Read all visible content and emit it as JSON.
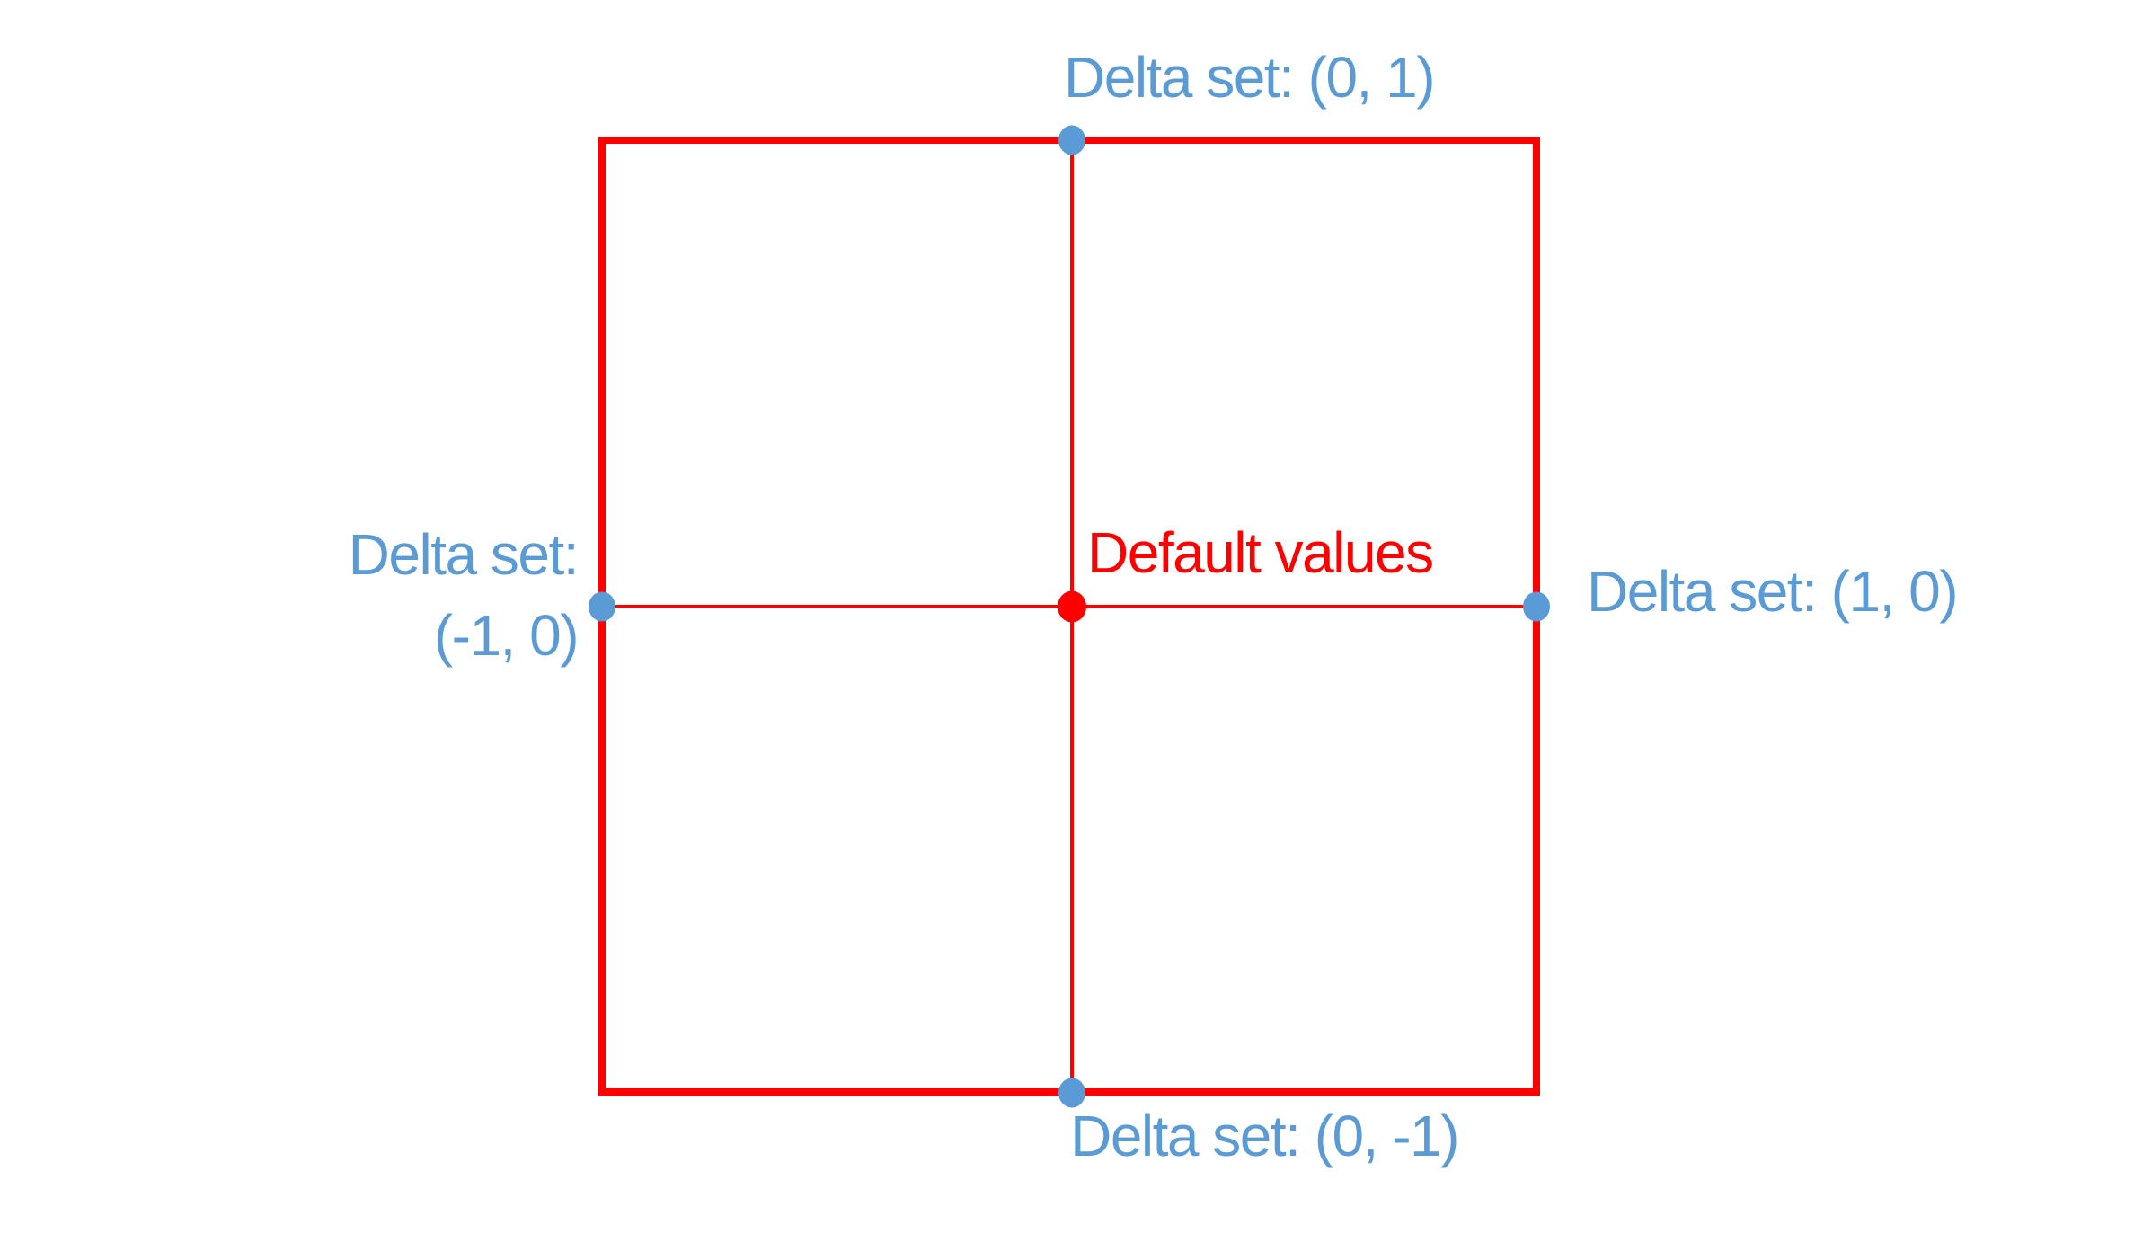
{
  "colors": {
    "red": "#FF0000",
    "blue": "#5B9BD5",
    "background": "#FFFFFF"
  },
  "center": {
    "label": "Default values"
  },
  "points": {
    "top": {
      "label": "Delta set: (0, 1)"
    },
    "right": {
      "label": "Delta set: (1, 0)"
    },
    "bottom": {
      "label": "Delta set: (0, -1)"
    },
    "left": {
      "label_lines": [
        "Delta set:",
        "(-1, 0)"
      ]
    }
  }
}
